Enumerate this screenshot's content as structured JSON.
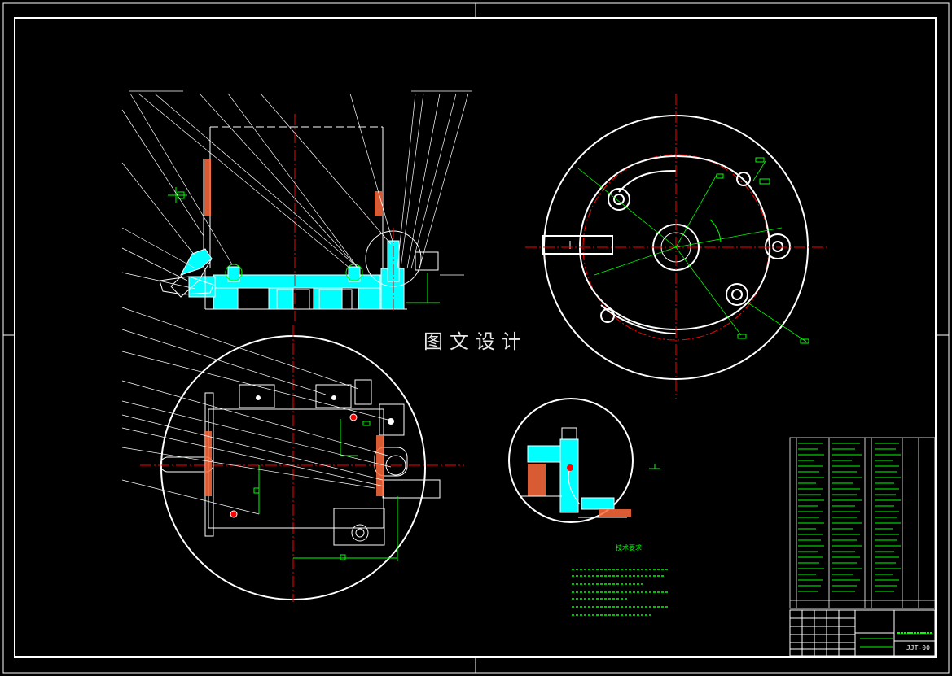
{
  "watermark": "图文设计",
  "tech_requirements_title": "技术要求",
  "drawing_number": "JJT-00",
  "colors": {
    "background": "#000000",
    "outline": "#ffffff",
    "centerline": "#ff0000",
    "section_fill": "#00ffff",
    "dimension": "#00ff00",
    "hatch": "#ff6b3d"
  }
}
